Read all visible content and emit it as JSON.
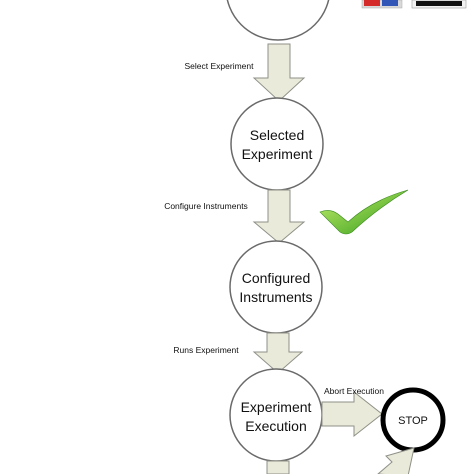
{
  "nodes": {
    "selected": {
      "line1": "Selected",
      "line2": "Experiment"
    },
    "configured": {
      "line1": "Configured",
      "line2": "Instruments"
    },
    "execution": {
      "line1": "Experiment",
      "line2": "Execution"
    },
    "stop": {
      "label": "STOP"
    }
  },
  "edges": {
    "select": {
      "label": "Select Experiment"
    },
    "configure": {
      "label": "Configure Instruments"
    },
    "runs": {
      "label": "Runs Experiment"
    },
    "abort": {
      "label": "Abort Execution"
    }
  },
  "colors": {
    "arrow_fill": "#e9ead9",
    "arrow_stroke": "#8e9088",
    "node_stroke": "#6a6a6a",
    "stop_stroke": "#000000",
    "check_light": "#b9e85c",
    "check_dark": "#2e9a16",
    "flag_red": "#d52a2a",
    "flag_blue": "#3156b8"
  },
  "icons": {
    "check": "checkmark-icon",
    "flag": "flag-icon"
  }
}
